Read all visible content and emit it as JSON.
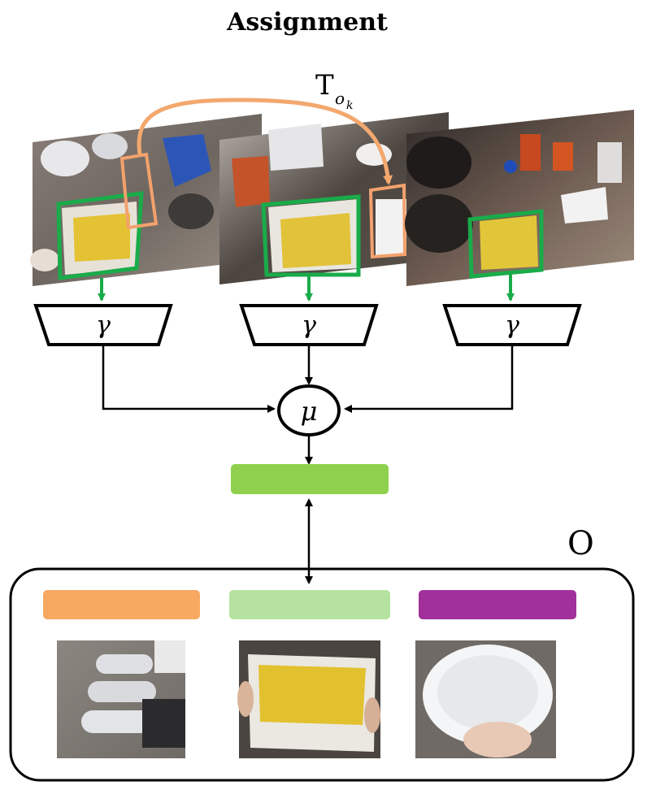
{
  "title": "Assignment",
  "trajectory_label": {
    "base": "T",
    "sub": "o",
    "subsub": "k"
  },
  "encoder_symbol": "γ",
  "aggregate_symbol": "μ",
  "memory_label": "O",
  "colors": {
    "green_box": "#1aab4a",
    "orange_box": "#f3a16d",
    "orange_arrow": "#f3a86e",
    "aggregate_bar": "#8fd14f",
    "memory_orange": "#f7a961",
    "memory_lightgreen": "#b5e39f",
    "memory_purple": "#a2309a",
    "arrow": "#000000"
  },
  "frames": [
    {
      "name": "frame-1",
      "scene": "kitchen counter with cake tray in paper"
    },
    {
      "name": "frame-2",
      "scene": "kitchen counter with cake tray and paper rolls"
    },
    {
      "name": "frame-3",
      "scene": "stove and cluttered counter with cake tray"
    }
  ],
  "memory_slots": [
    {
      "color_key": "memory_orange",
      "thumbnail": "rolled paper cylinders"
    },
    {
      "color_key": "memory_lightgreen",
      "thumbnail": "cake in paper tray"
    },
    {
      "color_key": "memory_purple",
      "thumbnail": "white bowl held by hand"
    }
  ]
}
